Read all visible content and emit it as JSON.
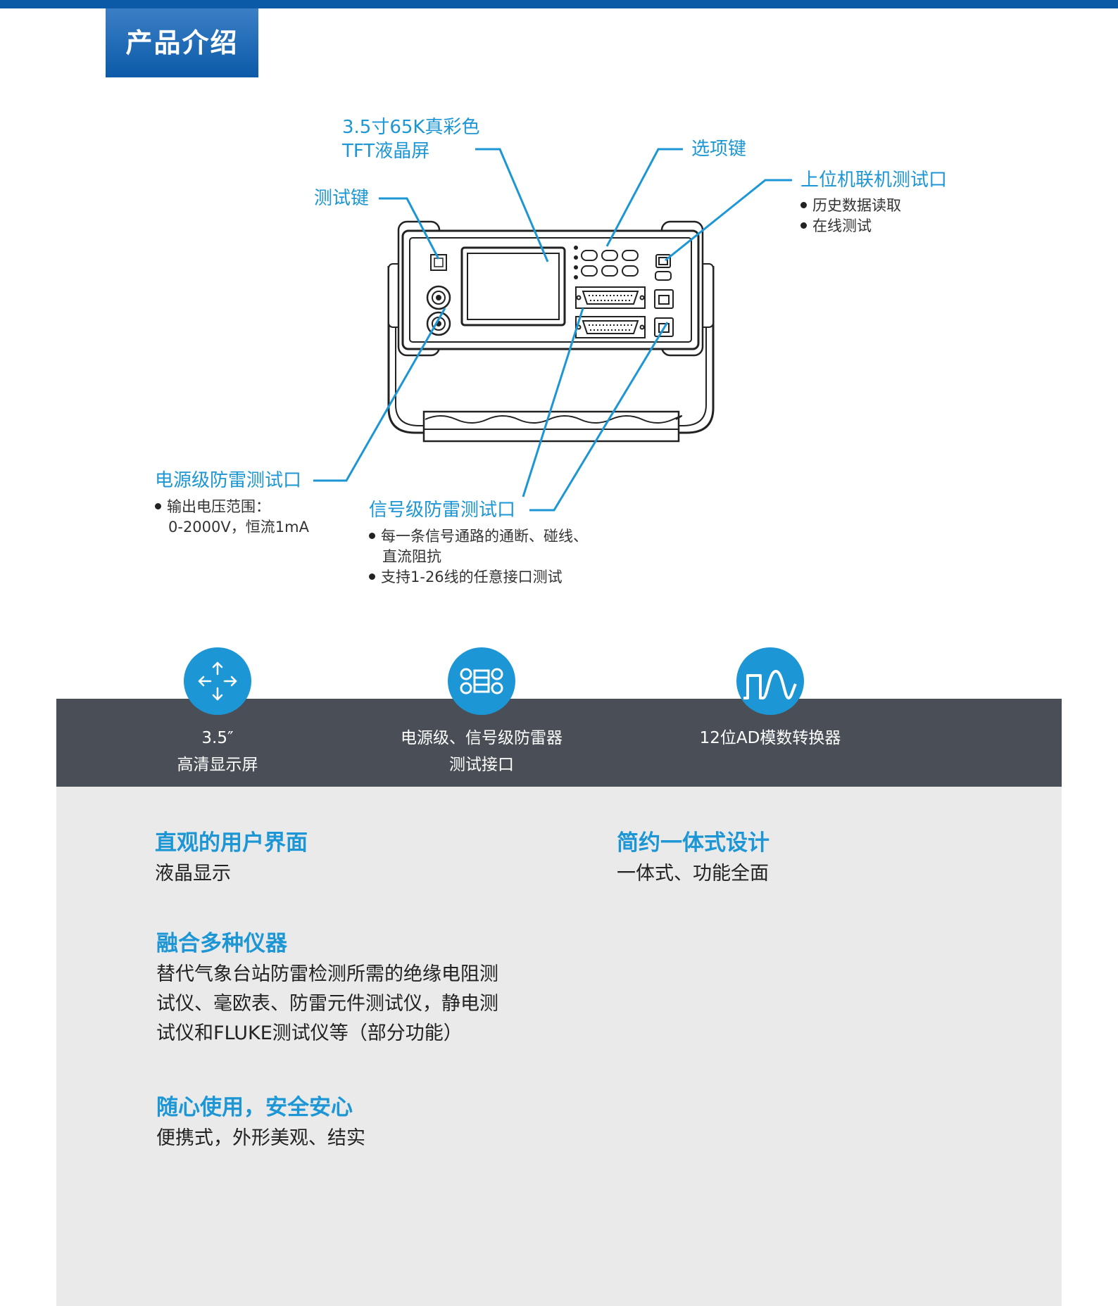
{
  "header": {
    "tab_title": "产品介绍"
  },
  "callouts": {
    "screen": {
      "line1": "3.5寸65K真彩色",
      "line2": "TFT液晶屏"
    },
    "test_key": {
      "label": "测试键"
    },
    "option_key": {
      "label": "选项键"
    },
    "pc_port": {
      "label": "上位机联机测试口",
      "bullets": [
        "历史数据读取",
        "在线测试"
      ]
    },
    "power_port": {
      "label": "电源级防雷测试口",
      "bullet_line1": "输出电压范围：",
      "bullet_line2": "0-2000V，恒流1mA"
    },
    "signal_port": {
      "label": "信号级防雷测试口",
      "bullet1_line1": "每一条信号通路的通断、碰线、",
      "bullet1_line2": "直流阻抗",
      "bullet2": "支持1-26线的任意接口测试"
    }
  },
  "features": [
    {
      "icon": "arrows-expand-icon",
      "line1": "3.5″",
      "line2": "高清显示屏"
    },
    {
      "icon": "connector-icon",
      "line1": "电源级、信号级防雷器",
      "line2": "测试接口"
    },
    {
      "icon": "waveform-icon",
      "line1": "12位AD模数转换器",
      "line2": ""
    }
  ],
  "sections": [
    {
      "title": "直观的用户界面",
      "body": "液晶显示"
    },
    {
      "title": "简约一体式设计",
      "body": "一体式、功能全面"
    },
    {
      "title": "融合多种仪器",
      "body_lines": [
        "替代气象台站防雷检测所需的绝缘电阻测",
        "试仪、毫欧表、防雷元件测试仪，静电测",
        "试仪和FLUKE测试仪等（部分功能）"
      ]
    },
    {
      "title": "随心使用，安全安心",
      "body": "便携式，外形美观、结实"
    }
  ],
  "colors": {
    "brand_blue": "#0b5aa8",
    "accent": "#1c96d4",
    "band": "#4a4f57",
    "panel": "#ebeaeb"
  }
}
